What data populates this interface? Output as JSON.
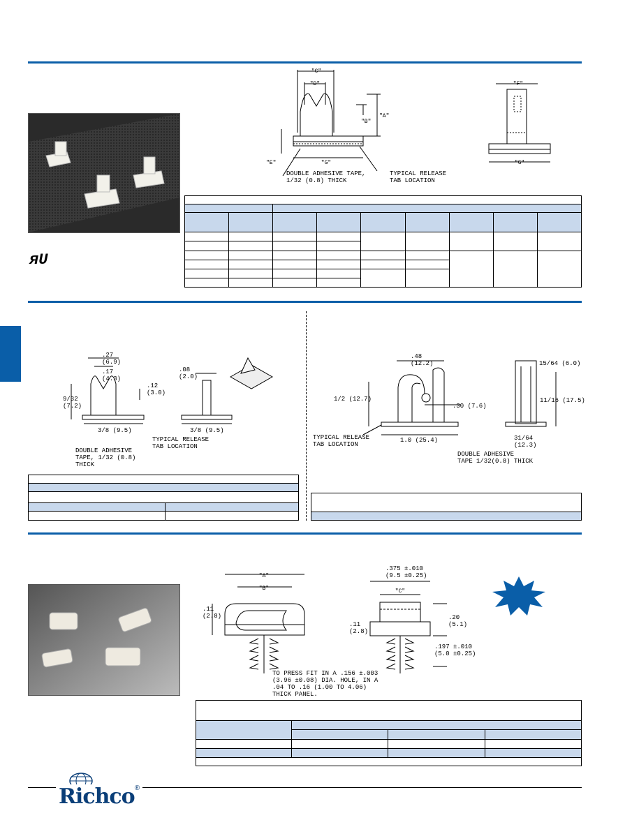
{
  "section1": {
    "drawing_front": {
      "dim_c": "\"C\"",
      "dim_d": "\"D\"",
      "dim_a": "\"A\"",
      "dim_b": "\"B\"",
      "dim_e": "\"E\"",
      "dim_g": "\"G\"",
      "note_tape": "DOUBLE ADHESIVE TAPE,\n1/32 (0.8) THICK",
      "note_tab": "TYPICAL RELEASE\nTAB LOCATION"
    },
    "drawing_side": {
      "dim_f": "\"F\"",
      "dim_g": "\"G\""
    }
  },
  "section2": {
    "left": {
      "dim_w1": ".27\n(6.9)",
      "dim_w2": ".17\n(4.3)",
      "dim_h": "9/32\n(7.2)",
      "dim_slot": ".12\n(3.0)",
      "dim_base": "3/8 (9.5)",
      "dim_t": ".08\n(2.0)",
      "dim_base2": "3/8 (9.5)",
      "note_tape": "DOUBLE ADHESIVE\nTAPE, 1/32 (0.8)\nTHICK",
      "note_tab": "TYPICAL RELEASE\nTAB LOCATION"
    },
    "right": {
      "dim_w": ".48\n(12.2)",
      "dim_h": "1/2 (12.7)",
      "dim_slot": ".30 (7.6)",
      "dim_base": "1.0 (25.4)",
      "dim_t": "15/64 (6.0)",
      "dim_h2": "11/16 (17.5)",
      "dim_base2": "31/64\n(12.3)",
      "note_tab": "TYPICAL RELEASE\nTAB LOCATION",
      "note_tape": "DOUBLE ADHESIVE\nTAPE 1/32(0.8) THICK"
    }
  },
  "section3": {
    "drawing": {
      "dim_a": "\"A\"",
      "dim_b": "\"B\"",
      "dim_h": ".11\n(2.8)",
      "dim_w": ".375 ±.010\n(9.5 ±0.25)",
      "dim_c": "\"C\"",
      "dim_h2": ".11\n(2.8)",
      "dim_h3": ".20\n(5.1)",
      "dim_leg": ".197 ±.010\n(5.0 ±0.25)",
      "note_press": "TO PRESS FIT IN A .156 ±.003\n(3.96 ±0.08) DIA. HOLE, IN A\n.04 TO .16 (1.00 TO 4.06)\nTHICK PANEL."
    }
  },
  "footer": {
    "brand": "Richco",
    "registered": "®"
  },
  "colors": {
    "accent": "#0a5ea8",
    "table_band": "#c8d8ec"
  }
}
